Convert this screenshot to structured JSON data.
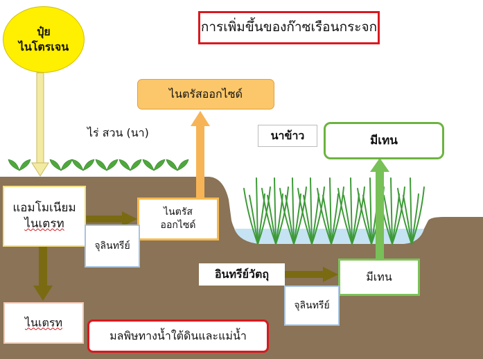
{
  "title": "การเพิ่มขึ้นของก๊าซเรือนกระจก",
  "fertilizer": {
    "line1": "ปุ๋ย",
    "line2": "ไนโตรเจน"
  },
  "nitrous_oxide_emitted": "ไนตรัสออกไซด์",
  "upland_label": "ไร่ สวน (นา)",
  "paddy_label": "นาข้าว",
  "methane_emitted": "มีเทน",
  "ammonium": {
    "line1": "แอมโมเนียม",
    "line2": "ไนเตรท"
  },
  "microorganism_1": "จุลินทรีย์",
  "nitrous_oxide_soil": {
    "line1": "ไนตรัส",
    "line2": "ออกไซด์"
  },
  "organic_matter": "อินทรีย์วัตถุ",
  "methane_soil": "มีเทน",
  "microorganism_2": "จุลินทรีย์",
  "nitrate_leached": "ไนเตรท",
  "pollution": "มลพิษทางน้ำใต้ดินและแม่น้ำ",
  "colors": {
    "soil": "#8a7356",
    "sky": "#ffffff",
    "olive_arrow": "#7a6a12",
    "orange_arrow": "#f7b456",
    "green_arrow": "#78c058",
    "water": "#c5e3f2",
    "red_border": "#d8191f"
  }
}
